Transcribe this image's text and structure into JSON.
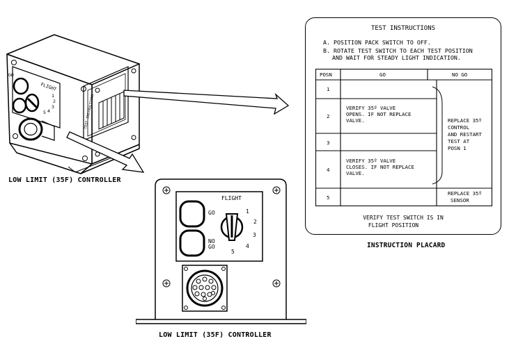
{
  "placard": {
    "title": "TEST INSTRUCTIONS",
    "step_a": "A. POSITION PACK SWITCH TO OFF.",
    "step_b_line1": "B. ROTATE TEST SWITCH TO EACH TEST POSITION",
    "step_b_line2": "AND WAIT FOR STEADY LIGHT INDICATION.",
    "table": {
      "headers": [
        "POSN",
        "GO",
        "NO GO"
      ],
      "rows": [
        {
          "posn": "1",
          "go": ""
        },
        {
          "posn": "2",
          "go": [
            "VERIFY 35º VALVE",
            "OPENS. IF NOT REPLACE",
            "VALVE."
          ]
        },
        {
          "posn": "3",
          "go": ""
        },
        {
          "posn": "4",
          "go": [
            "VERIFY 35º VALVE",
            "CLOSES. IF NOT REPLACE",
            "VALVE."
          ]
        },
        {
          "posn": "5",
          "go": ""
        }
      ],
      "no_go_grouped": [
        "REPLACE 35º",
        "CONTROL",
        "AND RESTART",
        "TEST AT",
        "POSN 1"
      ],
      "no_go_row5": [
        "REPLACE 35º",
        "SENSOR"
      ]
    },
    "footer_line1": "VERIFY TEST SWITCH IS IN",
    "footer_line2": "FLIGHT POSITION",
    "caption": "INSTRUCTION PLACARD"
  },
  "controller": {
    "iso_caption": "LOW LIMIT (35F) CONTROLLER",
    "front_caption": "LOW LIMIT (35F) CONTROLLER",
    "iso_side_text": "TEST INSTRUCTIONS",
    "panel": {
      "flight_label": "FLIGHT",
      "go_label": "GO",
      "nogo_line1": "NO",
      "nogo_line2": "GO",
      "dial_positions": [
        "1",
        "2",
        "3",
        "4",
        "5"
      ]
    }
  }
}
